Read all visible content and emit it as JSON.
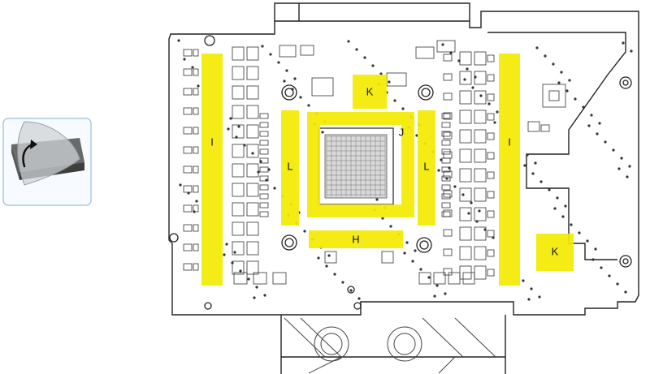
{
  "thermal_pads": [
    {
      "id": "pad-i-left",
      "label": "I"
    },
    {
      "id": "pad-i-right",
      "label": "I"
    },
    {
      "id": "pad-l-left",
      "label": "L"
    },
    {
      "id": "pad-l-right",
      "label": "L"
    },
    {
      "id": "pad-j",
      "label": "J"
    },
    {
      "id": "pad-h",
      "label": "H"
    },
    {
      "id": "pad-k-top",
      "label": "K"
    },
    {
      "id": "pad-k-bottom",
      "label": "K"
    }
  ],
  "colors": {
    "pad_fill": "#f3ea00",
    "outline": "#222222",
    "pcb_detail": "#333333",
    "card_border": "#a9c9e8",
    "card_bg": "#f7fbff",
    "pad_sample": "#4a4a4a"
  },
  "icons": {
    "peel_instruction": "peel-film-icon",
    "mounting_hole": "screw-hole-icon"
  }
}
